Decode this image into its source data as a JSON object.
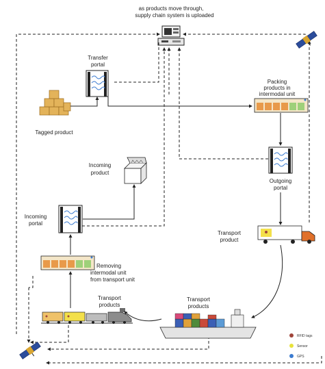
{
  "header": {
    "line1": "as products move through,",
    "line2": "supply chain  system is uploaded"
  },
  "labels": {
    "transfer_portal_1": "Transfer",
    "transfer_portal_2": "portal",
    "tagged_product": "Tagged product",
    "packing_1": "Packing",
    "packing_2": "products in",
    "packing_3": "intermodal unit",
    "incoming_product_1": "Incoming",
    "incoming_product_2": "product",
    "outgoing_portal_1": "Outgoing",
    "outgoing_portal_2": "portal",
    "incoming_portal_1": "Incoming",
    "incoming_portal_2": "portal",
    "transport_product_1": "Transport",
    "transport_product_2": "product",
    "removing_1": "Removing",
    "removing_2": "intermodal unit",
    "removing_3": "from transport unit",
    "transport_products_train_1": "Transport",
    "transport_products_train_2": "products",
    "transport_products_ship_1": "Transport",
    "transport_products_ship_2": "products"
  },
  "legend": [
    {
      "label": "RFID tags",
      "color": "#a0453a"
    },
    {
      "label": "Sensor",
      "color": "#e8e23a"
    },
    {
      "label": "GPS",
      "color": "#3b7bd0"
    }
  ],
  "icons": {
    "computer": "computer-terminal-icon",
    "satellite": "satellite-icon",
    "portal": "rfid-portal-icon",
    "boxes": "stacked-boxes-icon",
    "open_box": "open-box-icon",
    "container": "intermodal-container-icon",
    "truck": "truck-icon",
    "train": "train-icon",
    "ship": "cargo-ship-icon"
  }
}
